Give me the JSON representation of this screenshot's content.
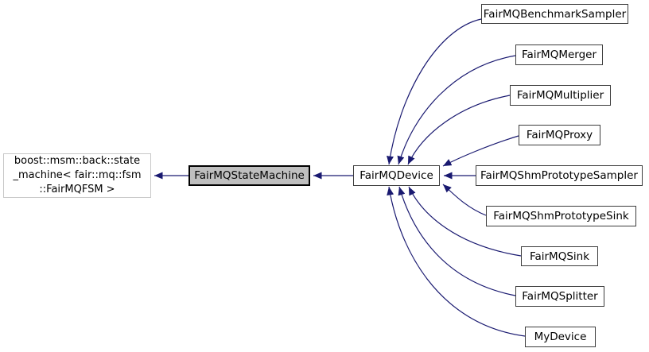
{
  "diagram": {
    "type": "inheritance-graph",
    "colors": {
      "edge": "#191970",
      "node_border": "#3d3d3d",
      "node_fill": "#ffffff",
      "current_node_fill": "#bfbfbf",
      "current_node_border": "#000000",
      "external_node_border": "#c8c8c8",
      "text": "#000000",
      "background": "#ffffff"
    },
    "nodes": [
      {
        "id": "msm",
        "label": "boost::msm::back::state_machine< fair::mq::fsm::FairMQFSM >",
        "lines": [
          "boost::msm::back::state",
          "_machine< fair::mq::fsm",
          "::FairMQFSM >"
        ],
        "kind": "external"
      },
      {
        "id": "statemachine",
        "label": "FairMQStateMachine",
        "kind": "current"
      },
      {
        "id": "device",
        "label": "FairMQDevice",
        "kind": "class"
      },
      {
        "id": "benchmarksampler",
        "label": "FairMQBenchmarkSampler",
        "kind": "class"
      },
      {
        "id": "merger",
        "label": "FairMQMerger",
        "kind": "class"
      },
      {
        "id": "multiplier",
        "label": "FairMQMultiplier",
        "kind": "class"
      },
      {
        "id": "proxy",
        "label": "FairMQProxy",
        "kind": "class"
      },
      {
        "id": "shmprototypesampler",
        "label": "FairMQShmPrototypeSampler",
        "kind": "class"
      },
      {
        "id": "shmprototypesink",
        "label": "FairMQShmPrototypeSink",
        "kind": "class"
      },
      {
        "id": "sink",
        "label": "FairMQSink",
        "kind": "class"
      },
      {
        "id": "splitter",
        "label": "FairMQSplitter",
        "kind": "class"
      },
      {
        "id": "mydevice",
        "label": "MyDevice",
        "kind": "class"
      }
    ],
    "edges": [
      {
        "from": "FairMQStateMachine",
        "to": "boost::msm::back::state_machine< fair::mq::fsm::FairMQFSM >"
      },
      {
        "from": "FairMQDevice",
        "to": "FairMQStateMachine"
      },
      {
        "from": "FairMQBenchmarkSampler",
        "to": "FairMQDevice"
      },
      {
        "from": "FairMQMerger",
        "to": "FairMQDevice"
      },
      {
        "from": "FairMQMultiplier",
        "to": "FairMQDevice"
      },
      {
        "from": "FairMQProxy",
        "to": "FairMQDevice"
      },
      {
        "from": "FairMQShmPrototypeSampler",
        "to": "FairMQDevice"
      },
      {
        "from": "FairMQShmPrototypeSink",
        "to": "FairMQDevice"
      },
      {
        "from": "FairMQSink",
        "to": "FairMQDevice"
      },
      {
        "from": "FairMQSplitter",
        "to": "FairMQDevice"
      },
      {
        "from": "MyDevice",
        "to": "FairMQDevice"
      }
    ]
  }
}
